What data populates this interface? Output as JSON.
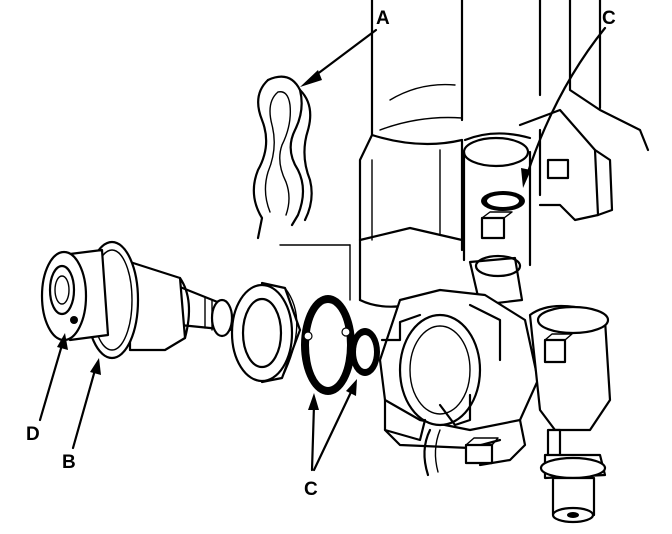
{
  "labels": {
    "a": "A",
    "b": "B",
    "c_top": "C",
    "c_bottom": "C",
    "d": "D"
  },
  "colors": {
    "ink": "#000000",
    "paper": "#ffffff"
  }
}
